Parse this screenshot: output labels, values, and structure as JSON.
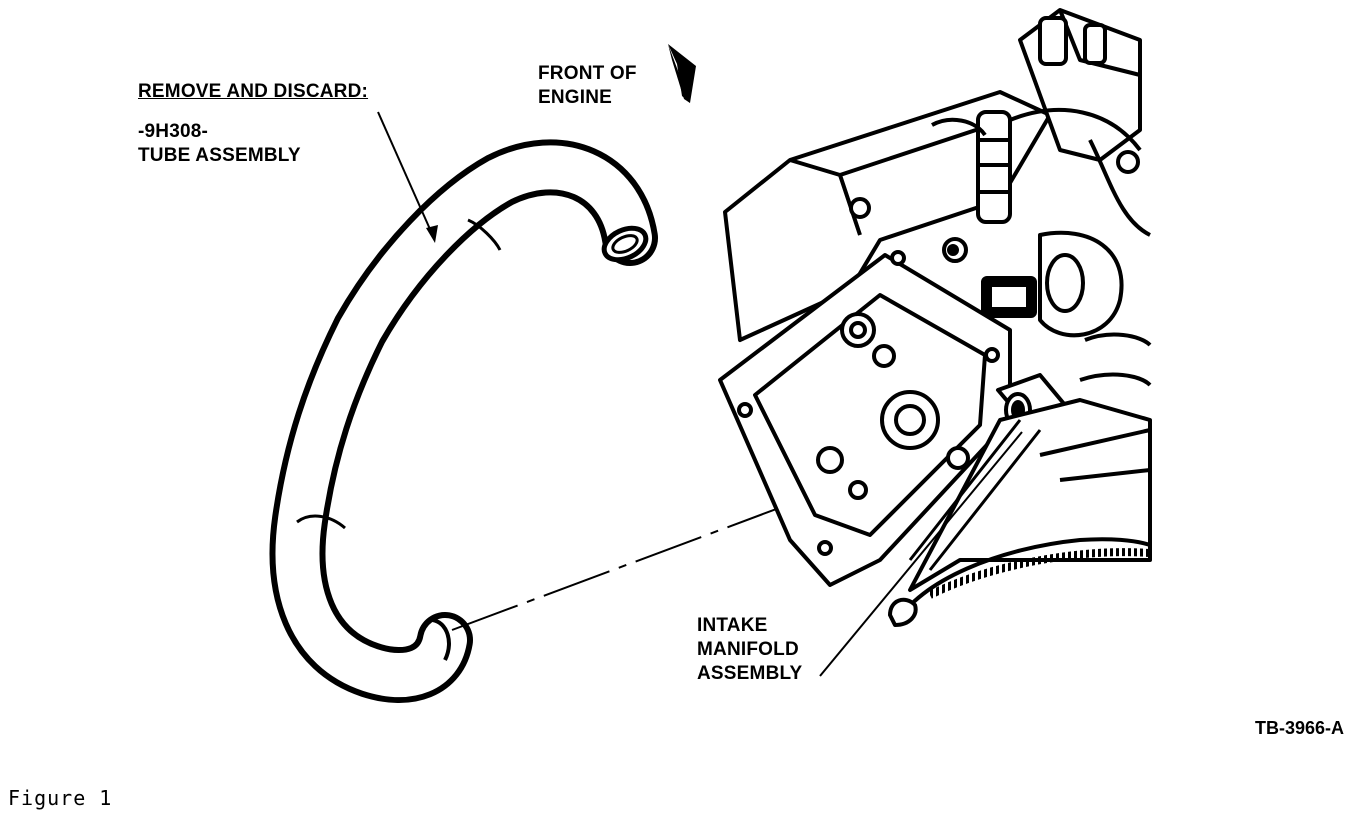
{
  "callouts": {
    "remove_discard": "REMOVE AND DISCARD:",
    "part_number": "-9H308-",
    "tube_assembly": "TUBE ASSEMBLY",
    "front_line1": "FRONT OF",
    "front_line2": "ENGINE",
    "intake_line1": "INTAKE",
    "intake_line2": "MANIFOLD",
    "intake_line3": "ASSEMBLY"
  },
  "reference_code": "TB-3966-A",
  "figure_caption": "Figure  1",
  "icons": {
    "direction_arrow": "front-arrow-icon"
  },
  "colors": {
    "ink": "#000000",
    "paper": "#ffffff"
  }
}
